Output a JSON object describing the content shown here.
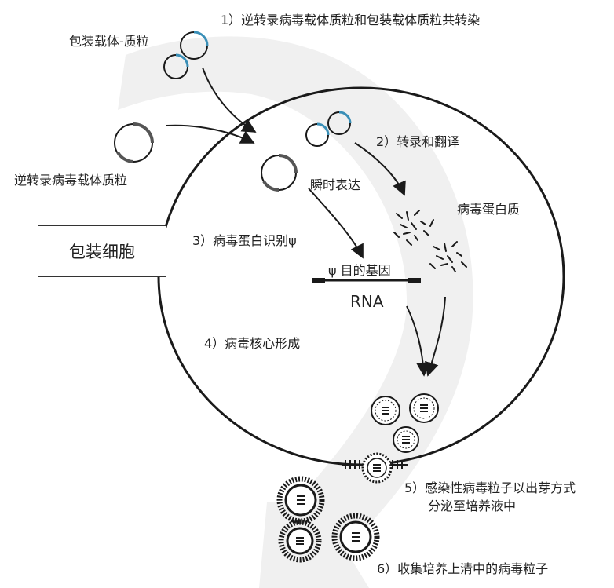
{
  "labels": {
    "step1": "1）逆转录病毒载体质粒和包装载体质粒共转染",
    "packaging_plasmid": "包装载体-质粒",
    "retro_plasmid": "逆转录病毒载体质粒",
    "step2": "2）转录和翻译",
    "transient": "瞬时表达",
    "viral_protein": "病毒蛋白质",
    "step3": "3）病毒蛋白识别ψ",
    "target_gene": "ψ 目的基因",
    "rna": "RNA",
    "step4": "4）病毒核心形成",
    "step5_line1": "5）感染性病毒粒子以出芽方式",
    "step5_line2": "分泌至培养液中",
    "step6": "6）收集培养上清中的病毒粒子"
  },
  "packaging_cell_label": "包装细胞",
  "colors": {
    "ink": "#1a1a1a",
    "background_arrow": "#f0f0f0",
    "plasmid_accent": "#3a8fb7"
  }
}
